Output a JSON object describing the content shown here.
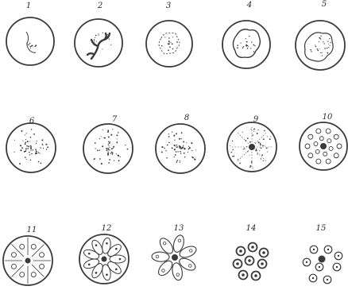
{
  "plate": {
    "ink_color": "#3a3a3a",
    "figures": [
      {
        "number": "1"
      },
      {
        "number": "2"
      },
      {
        "number": "3"
      },
      {
        "number": "4"
      },
      {
        "number": "5"
      },
      {
        "number": "6"
      },
      {
        "number": "7"
      },
      {
        "number": "8"
      },
      {
        "number": "9"
      },
      {
        "number": "10"
      },
      {
        "number": "11"
      },
      {
        "number": "12"
      },
      {
        "number": "13"
      },
      {
        "number": "14"
      },
      {
        "number": "15"
      }
    ]
  }
}
